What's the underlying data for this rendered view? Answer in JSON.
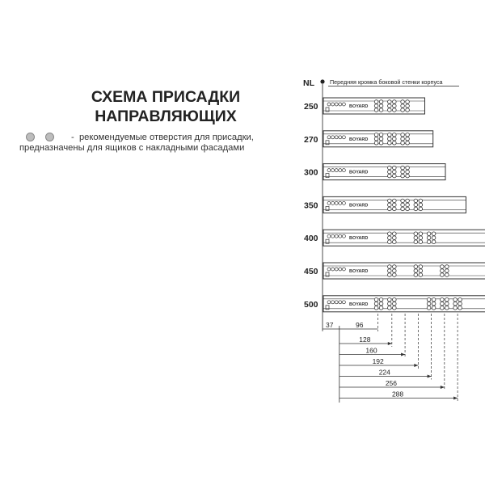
{
  "title": {
    "line1": "СХЕМА ПРИСАДКИ",
    "line2": "НАПРАВЛЯЮЩИХ"
  },
  "legend": {
    "dash": "-",
    "line1": "рекомендуемые отверстия для присадки,",
    "line2": "предназначены для ящиков с накладными фасадами",
    "dot_color": "#bdbdbd"
  },
  "diagram": {
    "nl_label": "NL",
    "front_edge_label": "Передняя кромка боковой стенки корпуса",
    "brand_mark": "BOYARD",
    "slides": [
      {
        "nl": 250,
        "holes_mm": [
          37,
          133,
          165,
          197
        ]
      },
      {
        "nl": 270,
        "holes_mm": [
          37,
          133,
          165,
          197
        ]
      },
      {
        "nl": 300,
        "holes_mm": [
          37,
          165,
          197
        ]
      },
      {
        "nl": 350,
        "holes_mm": [
          37,
          165,
          197,
          229
        ]
      },
      {
        "nl": 400,
        "holes_mm": [
          37,
          165,
          229,
          261
        ]
      },
      {
        "nl": 450,
        "holes_mm": [
          37,
          165,
          229,
          293
        ]
      },
      {
        "nl": 500,
        "holes_mm": [
          37,
          133,
          165,
          261,
          293,
          325
        ]
      }
    ],
    "dimensions": [
      {
        "label": "37",
        "mm": 37
      },
      {
        "label": "96",
        "mm": 96
      },
      {
        "label": "128",
        "mm": 128
      },
      {
        "label": "160",
        "mm": 160
      },
      {
        "label": "192",
        "mm": 192
      },
      {
        "label": "224",
        "mm": 224
      },
      {
        "label": "256",
        "mm": 256
      },
      {
        "label": "288",
        "mm": 288
      }
    ]
  }
}
